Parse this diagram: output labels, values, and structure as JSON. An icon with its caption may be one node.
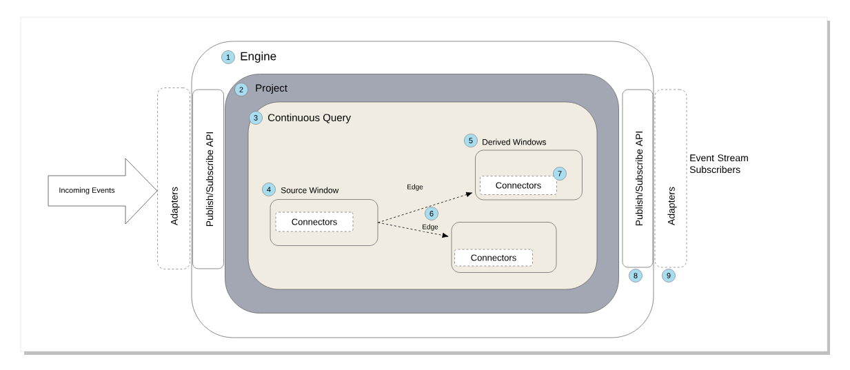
{
  "diagram": {
    "nodes": [
      {
        "text": [
          "Engine"
        ]
      },
      {
        "text": [
          "Project"
        ],
        "in": 0
      },
      {
        "text": [
          "Continuous Query"
        ],
        "in": 1
      },
      {
        "text": [
          "Source Window"
        ],
        "in": 2
      },
      {
        "text": [
          "Connectors"
        ],
        "in": 3
      },
      {
        "text": [
          "Derived Windows"
        ],
        "in": 2
      },
      {
        "text": [
          "Connectors"
        ],
        "in": 5
      },
      {
        "text": [],
        "shape": "box",
        "in": 2
      },
      {
        "text": [
          "Connectors"
        ],
        "in": 7
      },
      {
        "text": [
          "Incoming Events"
        ]
      },
      {
        "text": [
          "Adapters"
        ]
      },
      {
        "text": [
          "Publish/Subscribe API"
        ],
        "in": 0
      },
      {
        "text": [
          "Publish/Subscribe API"
        ],
        "in": 0
      },
      {
        "text": [
          "Adapters"
        ]
      }
    ],
    "edges": [
      {
        "from": 3,
        "to": 5,
        "arrow": "to",
        "label": "Edge",
        "style": "dashed"
      },
      {
        "from": 3,
        "to": 7,
        "arrow": "to",
        "label": "Edge",
        "style": "dashed"
      }
    ],
    "labels": [
      "1",
      "2",
      "3",
      "4",
      "5",
      "6",
      "7",
      "8",
      "9",
      "Event Stream Subscribers"
    ]
  }
}
